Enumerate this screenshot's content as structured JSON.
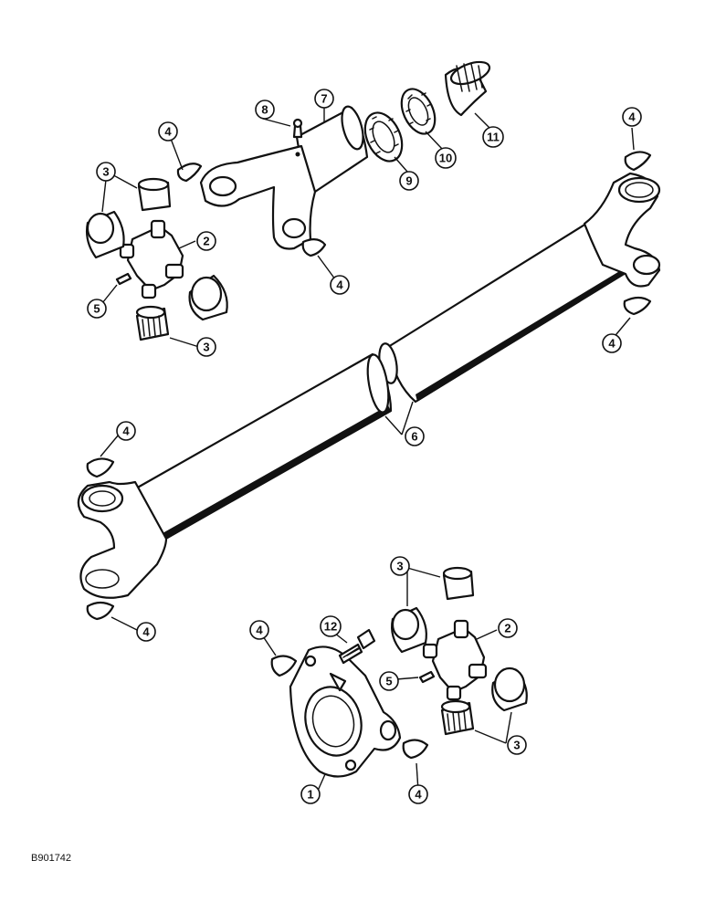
{
  "figure": {
    "id_label": "B901742"
  },
  "callouts": [
    {
      "label": "1"
    },
    {
      "label": "2"
    },
    {
      "label": "2"
    },
    {
      "label": "3"
    },
    {
      "label": "3"
    },
    {
      "label": "3"
    },
    {
      "label": "3"
    },
    {
      "label": "4"
    },
    {
      "label": "4"
    },
    {
      "label": "4"
    },
    {
      "label": "4"
    },
    {
      "label": "4"
    },
    {
      "label": "4"
    },
    {
      "label": "4"
    },
    {
      "label": "4"
    },
    {
      "label": "5"
    },
    {
      "label": "5"
    },
    {
      "label": "6"
    },
    {
      "label": "7"
    },
    {
      "label": "8"
    },
    {
      "label": "9"
    },
    {
      "label": "10"
    },
    {
      "label": "11"
    },
    {
      "label": "12"
    }
  ]
}
